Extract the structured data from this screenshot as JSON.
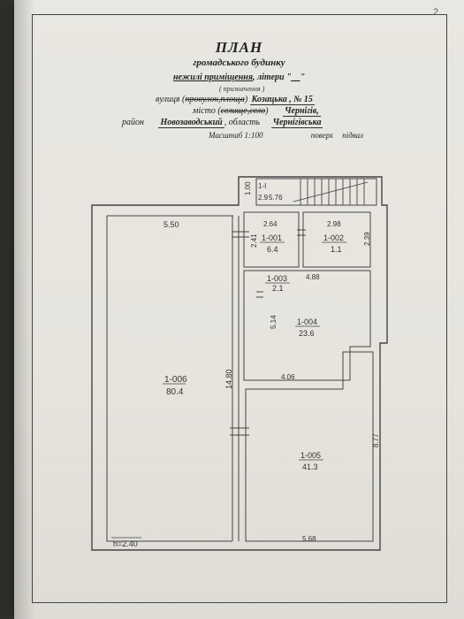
{
  "page_number": "2",
  "header": {
    "title": "ПЛАН",
    "subtitle": "громадського  будинку",
    "line2_underlined": "нежилі приміщення",
    "line2_rest": ", літери \"",
    "line2_blank": "__",
    "line2_close": "\"",
    "purpose_note": "( призначення )",
    "street_label": "вулиця (",
    "street_struck": "провулок,площа",
    "street_close": ")",
    "street_value": "Козацька , № 15",
    "city_label": "місто (",
    "city_struck": "селище,село",
    "city_close": ")",
    "city_value": "Чернігів,",
    "district_label": "район",
    "district_value": "Новозаводський",
    "region_label": ", область",
    "region_value": "Чернігівська",
    "scale": "Масштаб 1:100",
    "floor_label": "поверх",
    "floor_value": "підвал"
  },
  "plan": {
    "stair_room": {
      "id": "1-I",
      "area": "5.76",
      "width": "2.9",
      "depth": "1.00"
    },
    "rooms": [
      {
        "id": "1-001",
        "area": "6.4"
      },
      {
        "id": "1-002",
        "area": "1.1"
      },
      {
        "id": "1-003",
        "area": "2.1"
      },
      {
        "id": "1-004",
        "area": "23.6"
      },
      {
        "id": "1-005",
        "area": "41.3"
      },
      {
        "id": "1-006",
        "area": "80.4"
      }
    ],
    "dimensions": {
      "big_room_width": "5.50",
      "big_room_length": "14.80",
      "room1_width": "2.64",
      "room1_depth": "2.41",
      "room2_width": "2.98",
      "room2_depth": "2.39",
      "room4_top": "4.88",
      "room4_side": "5.14",
      "room4_bottom": "4.06",
      "room5_side": "8.77",
      "room5_bottom": "5.68",
      "height": "h=2.40"
    }
  }
}
